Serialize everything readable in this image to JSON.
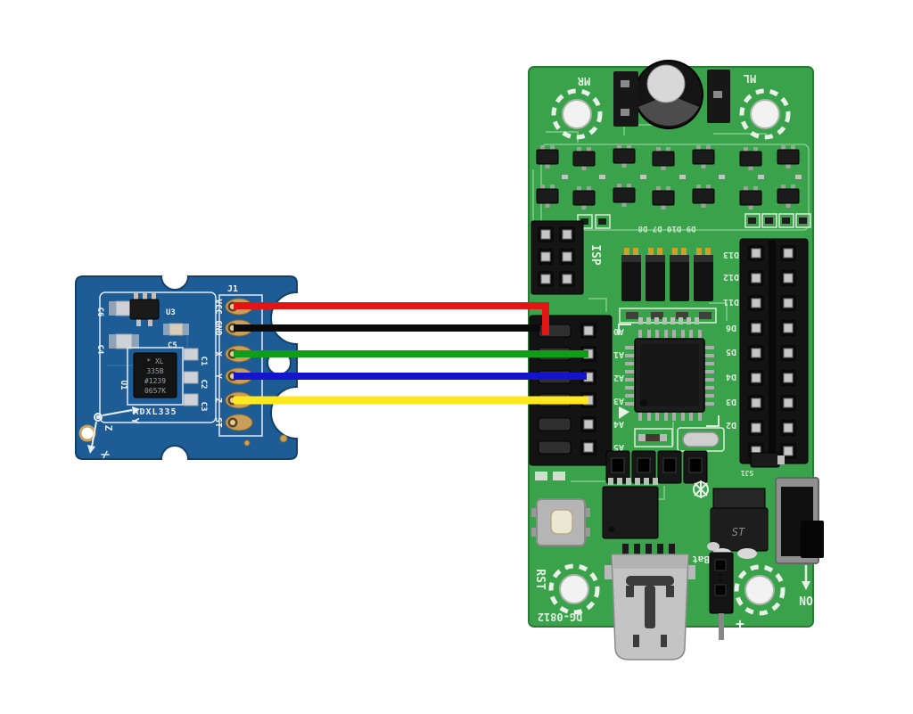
{
  "blue_board": {
    "color": "#1e5c95",
    "connector_ref": "J1",
    "pin_labels": [
      "VCC",
      "GND",
      "X",
      "Y",
      "Z",
      "ST"
    ],
    "refs": {
      "u3": "U3",
      "c6": "C6",
      "c5": "C5",
      "c4": "C4",
      "u1": "U1",
      "c1": "C1",
      "c2": "C2",
      "c3": "C3"
    },
    "chip_marking": [
      "* XL",
      "335B",
      "#1239",
      "0657K"
    ],
    "part_number_silk": "ADXL335",
    "axis": {
      "x": "X",
      "y": "Y",
      "z": "Z"
    }
  },
  "green_board": {
    "color": "#3aa24a",
    "silk": {
      "mr": "MR",
      "ml": "ML",
      "isp": "ISP",
      "jumper_row": "D9 D10 D7 D8",
      "rst": "RST",
      "board_id": "DG-0812",
      "bat": "Bat",
      "battery_plus": "+",
      "power_on": "ON",
      "sj1": "SJ1",
      "regulator_marking": "ST"
    },
    "left_header_labels": [
      "A0",
      "A1",
      "A2",
      "A3",
      "A4",
      "A5"
    ],
    "right_header_labels": [
      "D13",
      "D12",
      "D11",
      "D6",
      "D5",
      "D4",
      "D3",
      "D2"
    ]
  },
  "wires": [
    {
      "signal": "VCC",
      "color": "#e31414"
    },
    {
      "signal": "GND",
      "color": "#0a0a0a"
    },
    {
      "signal": "X",
      "color": "#0f9e17"
    },
    {
      "signal": "Y",
      "color": "#1414cc"
    },
    {
      "signal": "Z",
      "color": "#ffe81e"
    }
  ]
}
